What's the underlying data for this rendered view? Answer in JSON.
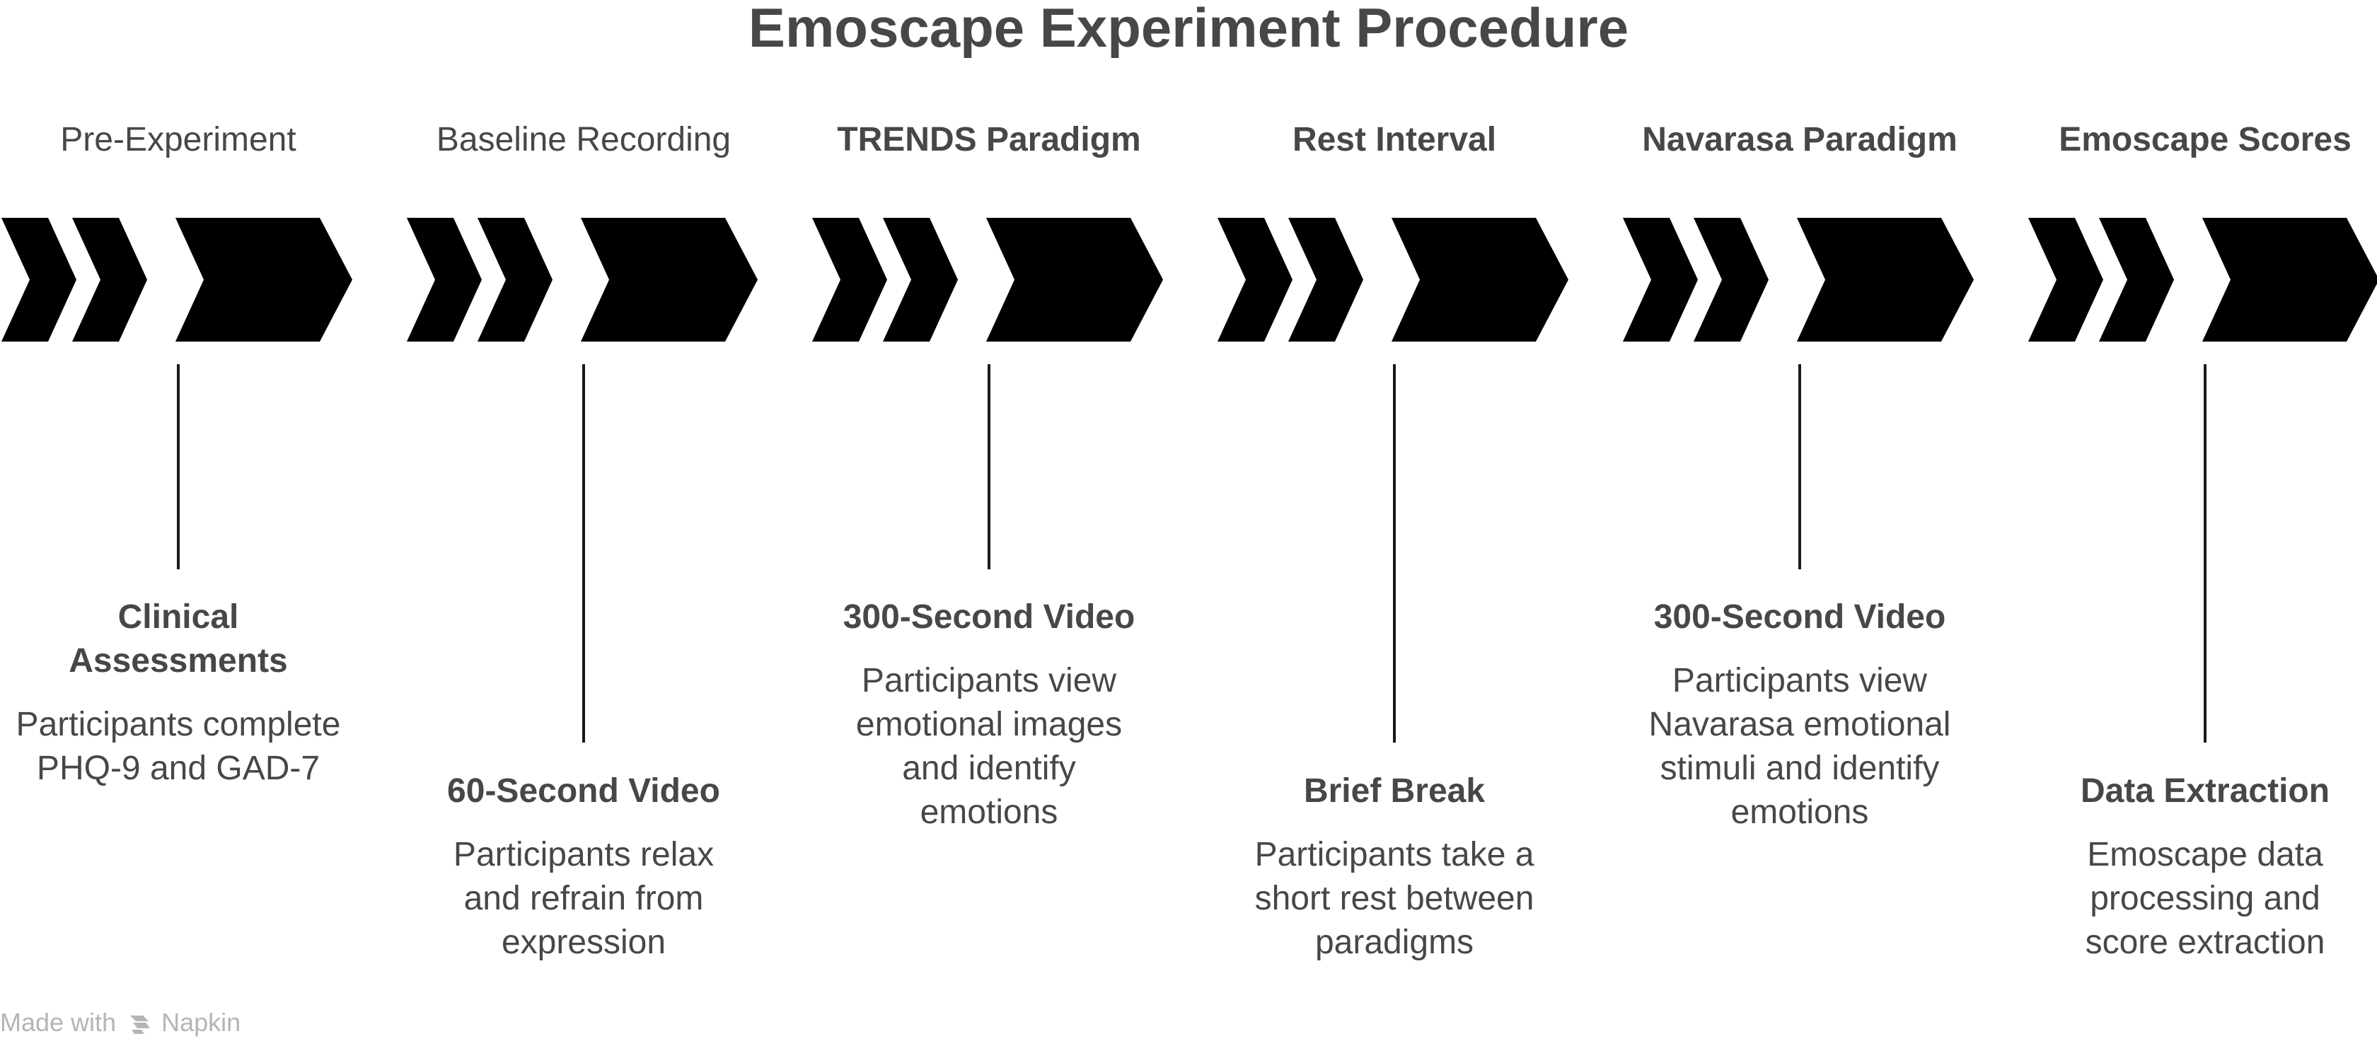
{
  "title": "Emoscape Experiment Procedure",
  "stages": [
    {
      "label": "Pre-Experiment",
      "label_bold": false,
      "card_position": "top",
      "card_title": "Clinical Assessments",
      "card_desc": "Participants complete PHQ-9 and GAD-7"
    },
    {
      "label": "Baseline Recording",
      "label_bold": false,
      "card_position": "bottom",
      "card_title": "60-Second Video",
      "card_desc": "Participants relax and refrain from expression"
    },
    {
      "label": "TRENDS Paradigm",
      "label_bold": true,
      "card_position": "top",
      "card_title": "300-Second Video",
      "card_desc": "Participants view emotional images and identify emotions"
    },
    {
      "label": "Rest Interval",
      "label_bold": true,
      "card_position": "bottom",
      "card_title": "Brief Break",
      "card_desc": "Participants take a short rest between paradigms"
    },
    {
      "label": "Navarasa Paradigm",
      "label_bold": true,
      "card_position": "top",
      "card_title": "300-Second Video",
      "card_desc": "Participants view Navarasa emotional stimuli and identify emotions"
    },
    {
      "label": "Emoscape Scores",
      "label_bold": true,
      "card_position": "bottom",
      "card_title": "Data Extraction",
      "card_desc": "Emoscape data processing and score extraction"
    }
  ],
  "footer": {
    "made_with": "Made with",
    "brand": "Napkin",
    "logo_icon": "napkin-logo-icon"
  },
  "colors": {
    "chevron": "#000000",
    "connector": "#1a1a1a",
    "text": "#474747",
    "footer": "#b5b5b5"
  }
}
